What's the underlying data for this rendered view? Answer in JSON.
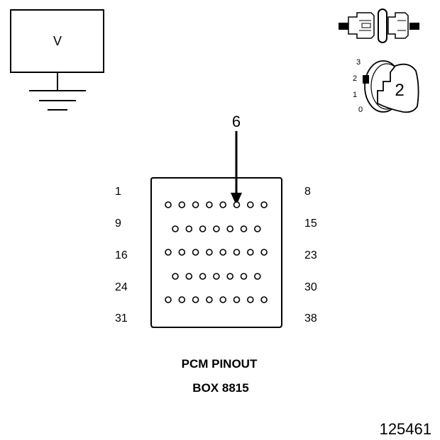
{
  "meter": {
    "label": "V"
  },
  "ignition": {
    "positions": [
      "3",
      "2",
      "1",
      "0"
    ],
    "selected_position": "2",
    "key_label": "2"
  },
  "callout": {
    "pin_number": "6"
  },
  "connector": {
    "rows": [
      {
        "start": "1",
        "end": "8",
        "pins": 8
      },
      {
        "start": "9",
        "end": "15",
        "pins": 7
      },
      {
        "start": "16",
        "end": "23",
        "pins": 8
      },
      {
        "start": "24",
        "end": "30",
        "pins": 7
      },
      {
        "start": "31",
        "end": "38",
        "pins": 8
      }
    ]
  },
  "caption": {
    "line1": "PCM PINOUT",
    "line2": "BOX 8815"
  },
  "figure_number": "125461"
}
